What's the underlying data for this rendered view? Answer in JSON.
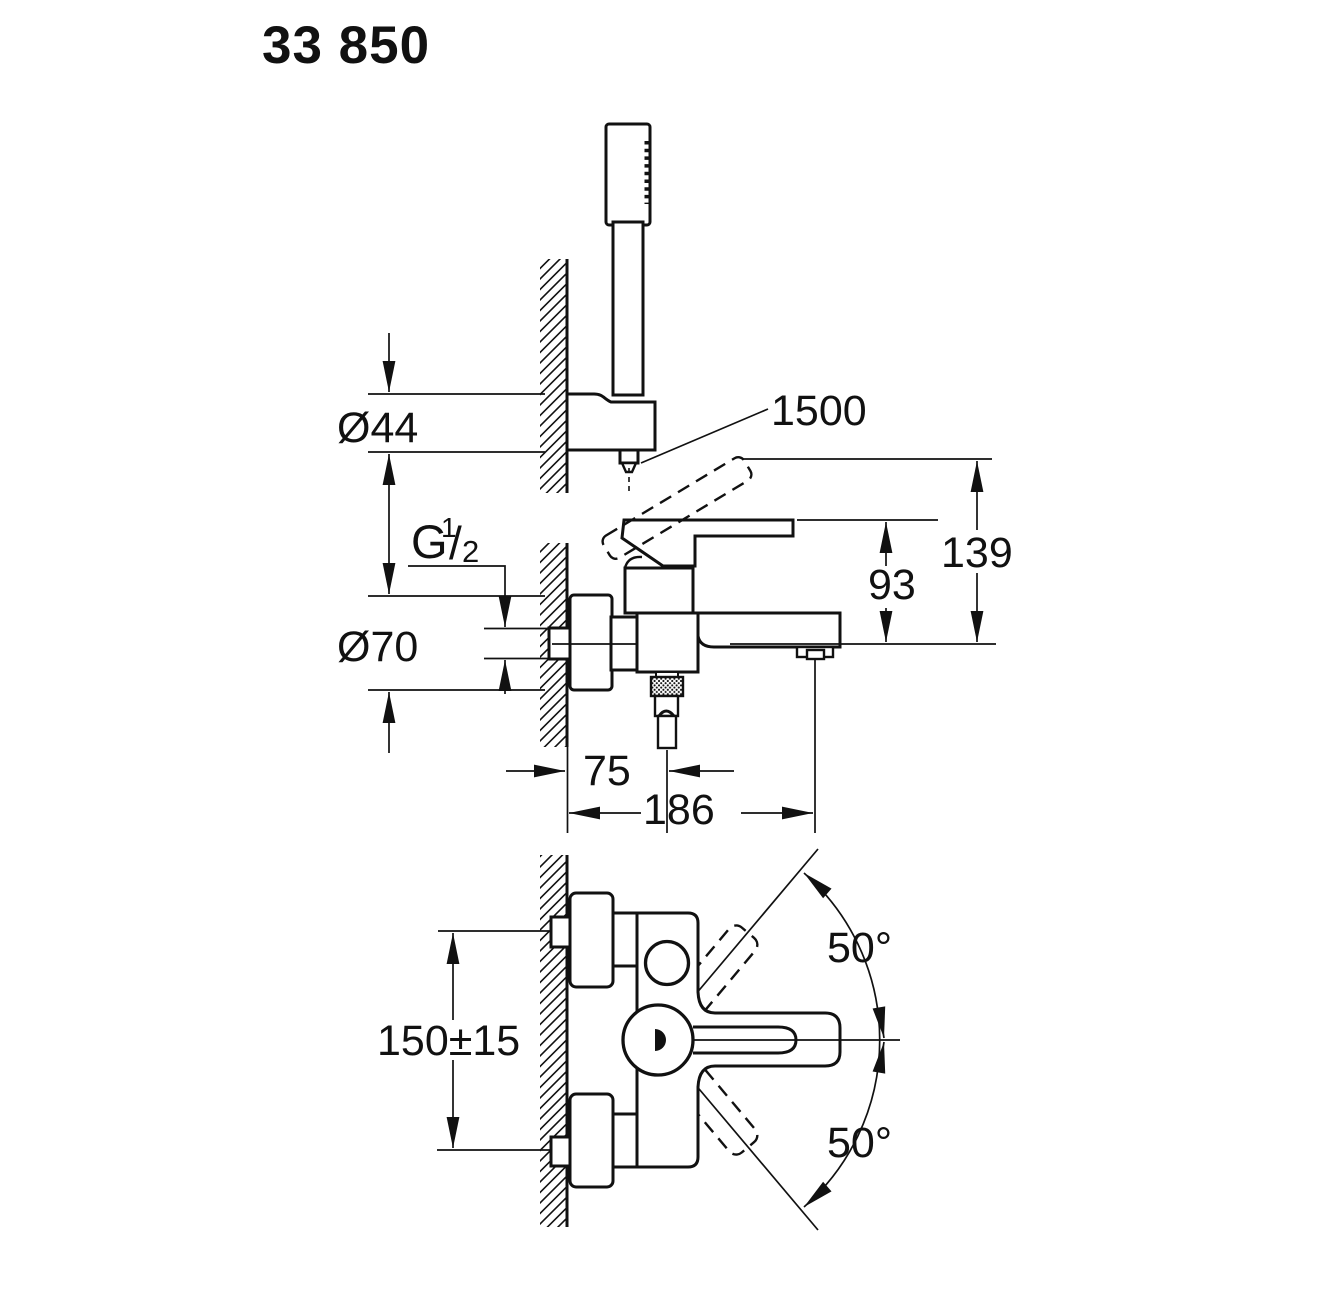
{
  "drawing": {
    "product_code": "33 850",
    "line_color": "#111111",
    "labels": {
      "hose_length": "1500",
      "holder_diameter": "Ø44",
      "thread_g": "G",
      "thread_numerator": "1",
      "thread_slash": "/",
      "thread_denominator": "2",
      "escutcheon_diameter": "Ø70",
      "spout_height": "93",
      "lever_raised_height": "139",
      "hose_center_offset": "75",
      "spout_reach": "186",
      "inlet_center_distance": "150±15",
      "swivel_angle_up": "50°",
      "swivel_angle_down": "50°"
    }
  }
}
